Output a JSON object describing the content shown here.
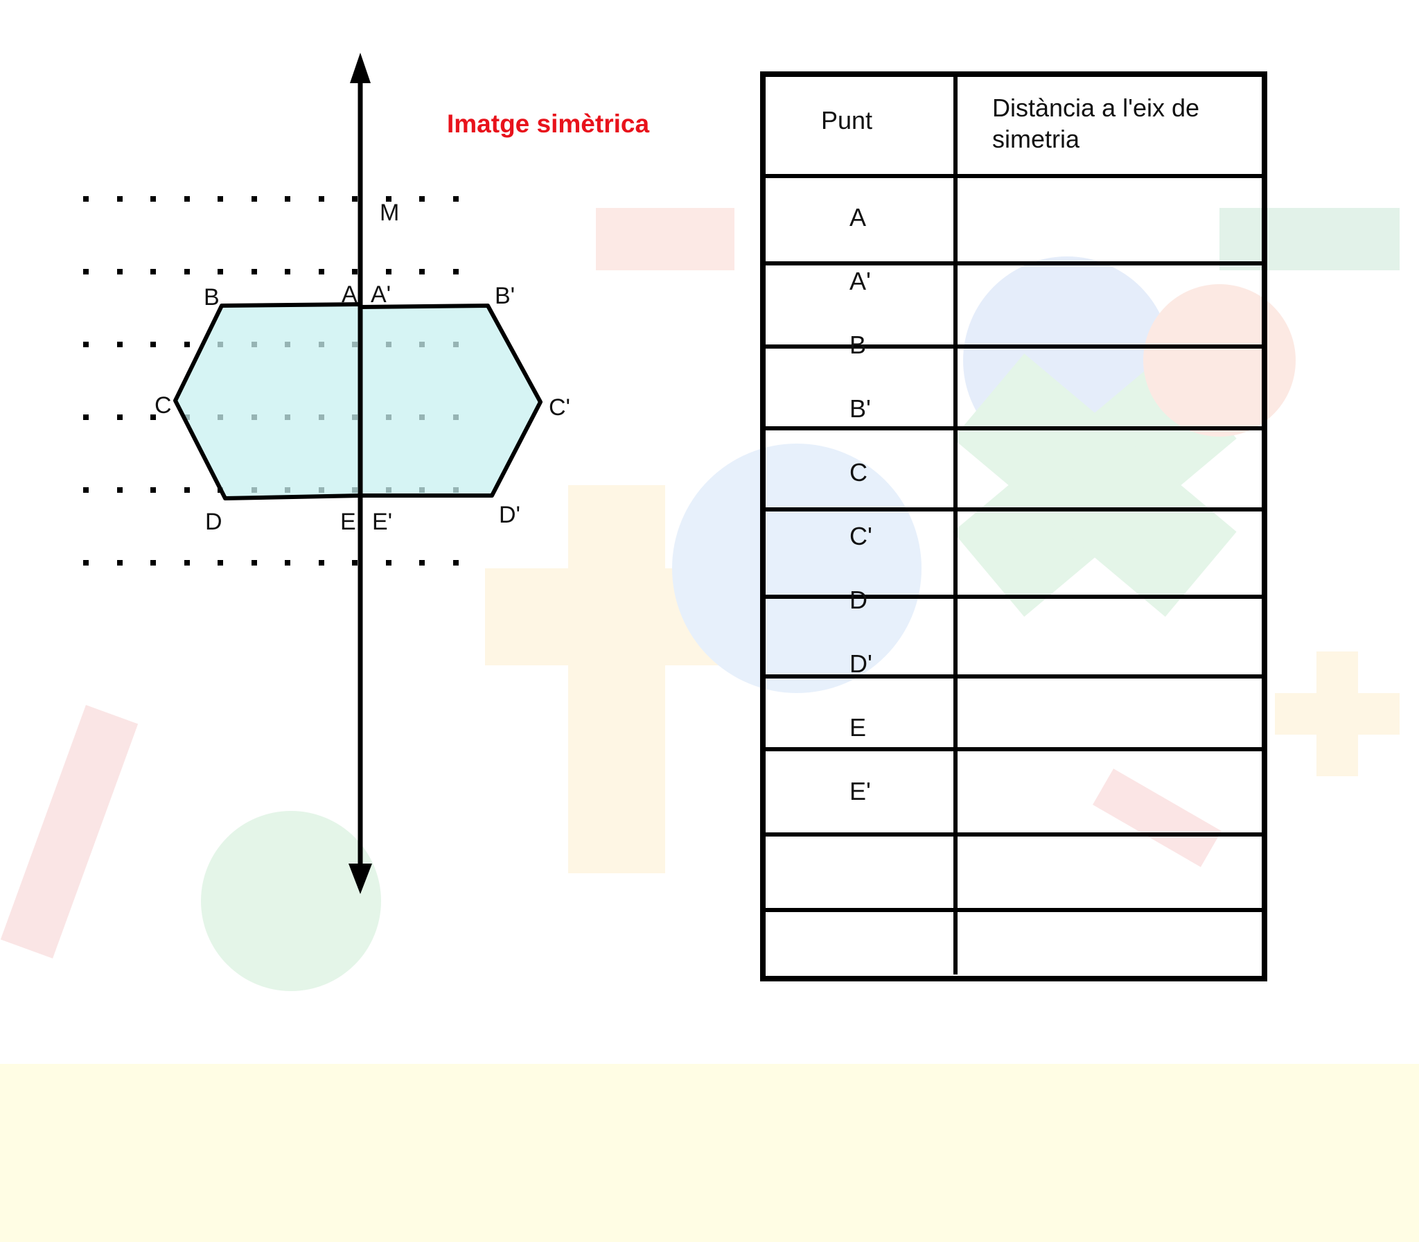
{
  "subtitle": "Imatge simètrica",
  "axis_point_label": "M",
  "points": {
    "A": "A",
    "A_prime": "A'",
    "B": "B",
    "B_prime": "B'",
    "C": "C",
    "C_prime": "C'",
    "D": "D",
    "D_prime": "D'",
    "E": "E",
    "E_prime": "E'"
  },
  "table": {
    "header_point": "Punt",
    "header_distance": "Distància a l'eix de simetria",
    "rows": [
      "A",
      "A'",
      "B",
      "B'",
      "C",
      "C'",
      "D",
      "D'",
      "E",
      "E'",
      "",
      ""
    ]
  },
  "colors": {
    "figure_fill": "#c8f0f0",
    "title_red": "#e8121b",
    "footer_band": "#fffde4"
  }
}
